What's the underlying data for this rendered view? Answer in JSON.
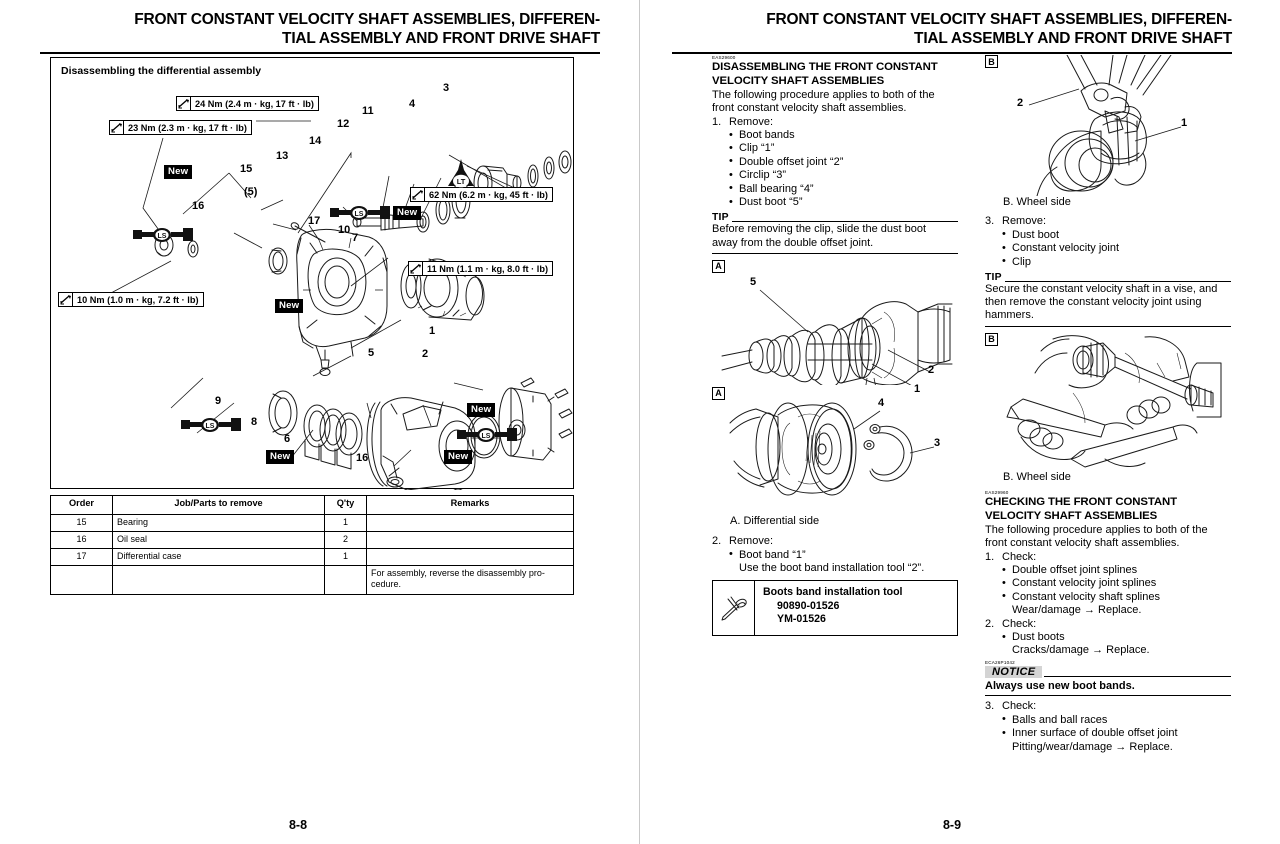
{
  "spread": {
    "running_head_line1": "FRONT CONSTANT VELOCITY SHAFT ASSEMBLIES, DIFFEREN-",
    "running_head_line2": "TIAL ASSEMBLY AND FRONT DRIVE SHAFT"
  },
  "left_page": {
    "folio": "8-8",
    "exploded_view": {
      "title": "Disassembling the differential assembly",
      "torque_specs": [
        {
          "id": "t24",
          "text": "24 Nm (2.4 m · kg, 17 ft · lb)"
        },
        {
          "id": "t23",
          "text": "23 Nm (2.3 m · kg, 17 ft · lb)"
        },
        {
          "id": "t62",
          "text": "62 Nm (6.2 m · kg, 45 ft · lb)"
        },
        {
          "id": "t11",
          "text": "11 Nm (1.1 m · kg, 8.0 ft · lb)"
        },
        {
          "id": "t10",
          "text": "10 Nm (1.0 m · kg, 7.2 ft · lb)"
        }
      ],
      "new_tags": [
        "New",
        "New",
        "New",
        "New",
        "New",
        "New"
      ],
      "part_numbers": [
        "3",
        "4",
        "11",
        "12",
        "14",
        "15",
        "13",
        "(5)",
        "16",
        "17",
        "10",
        "7",
        "9",
        "8",
        "6",
        "5",
        "2",
        "1",
        "16"
      ],
      "lubricant_tags": [
        "LS",
        "LS",
        "LS",
        "LS",
        "LT"
      ]
    },
    "parts_table": {
      "headers": [
        "Order",
        "Job/Parts to remove",
        "Q'ty",
        "Remarks"
      ],
      "rows": [
        {
          "order": "15",
          "job": "Bearing",
          "qty": "1",
          "remarks": ""
        },
        {
          "order": "16",
          "job": "Oil seal",
          "qty": "2",
          "remarks": ""
        },
        {
          "order": "17",
          "job": "Differential case",
          "qty": "1",
          "remarks": ""
        },
        {
          "order": "",
          "job": "",
          "qty": "",
          "remarks": "For assembly, reverse the disassembly pro-cedure."
        }
      ]
    }
  },
  "right_page": {
    "folio": "8-9",
    "column_a": {
      "eas_code": "EAS29600",
      "heading_line1": "DISASSEMBLING THE FRONT CONSTANT",
      "heading_line2": "VELOCITY SHAFT ASSEMBLIES",
      "intro_line1": "The following procedure applies to both of the",
      "intro_line2": "front constant velocity shaft assemblies.",
      "step1_num": "1.",
      "step1_label": "Remove:",
      "step1_items": [
        "Boot bands",
        "Clip “1”",
        "Double offset joint “2”",
        "Circlip “3”",
        "Ball bearing “4”",
        "Dust boot “5”"
      ],
      "tip_label": "TIP",
      "tip_line1": "Before removing the clip, slide the dust boot",
      "tip_line2": "away from the double offset joint.",
      "figure_a1": {
        "tag": "A",
        "leaders": [
          "5",
          "2",
          "1"
        ]
      },
      "figure_a2": {
        "tag": "A",
        "leaders": [
          "4",
          "3"
        ]
      },
      "caption_a": "A.  Differential side",
      "step2_num": "2.",
      "step2_label": "Remove:",
      "step2_items": [
        "Boot band “1”"
      ],
      "step2_sub": "Use the boot band installation tool “2”.",
      "tool_box": {
        "icon": "boot-band-tool-icon",
        "name": "Boots band installation tool",
        "number_1": "90890-01526",
        "number_2": "YM-01526"
      }
    },
    "column_b": {
      "figure_b1": {
        "tag": "B",
        "leaders": [
          "2",
          "1"
        ]
      },
      "caption_b1": "B.  Wheel side",
      "step3_num": "3.",
      "step3_label": "Remove:",
      "step3_items": [
        "Dust boot",
        "Constant velocity joint",
        "Clip"
      ],
      "tip_label": "TIP",
      "tip_line1": "Secure the constant velocity shaft in a vise, and",
      "tip_line2": "then remove the constant velocity joint using",
      "tip_line3": "hammers.",
      "figure_b2": {
        "tag": "B"
      },
      "caption_b2": "B.  Wheel side",
      "eas_code": "EAS29960",
      "heading_line1": "CHECKING THE FRONT CONSTANT",
      "heading_line2": "VELOCITY SHAFT ASSEMBLIES",
      "intro_line1": "The following procedure applies to both of the",
      "intro_line2": "front constant velocity shaft assemblies.",
      "check1_num": "1.",
      "check1_label": "Check:",
      "check1_items": [
        "Double offset joint splines",
        "Constant velocity joint splines",
        "Constant velocity shaft splines"
      ],
      "check1_result": "Wear/damage → Replace.",
      "check2_num": "2.",
      "check2_label": "Check:",
      "check2_items": [
        "Dust boots"
      ],
      "check2_result": "Cracks/damage → Replace.",
      "notice_eas": "ECA26P1042",
      "notice_label": "NOTICE",
      "notice_text": "Always use new boot bands.",
      "check3_num": "3.",
      "check3_label": "Check:",
      "check3_items": [
        "Balls and ball races",
        "Inner surface of double offset joint"
      ],
      "check3_result": "Pitting/wear/damage → Replace."
    }
  }
}
